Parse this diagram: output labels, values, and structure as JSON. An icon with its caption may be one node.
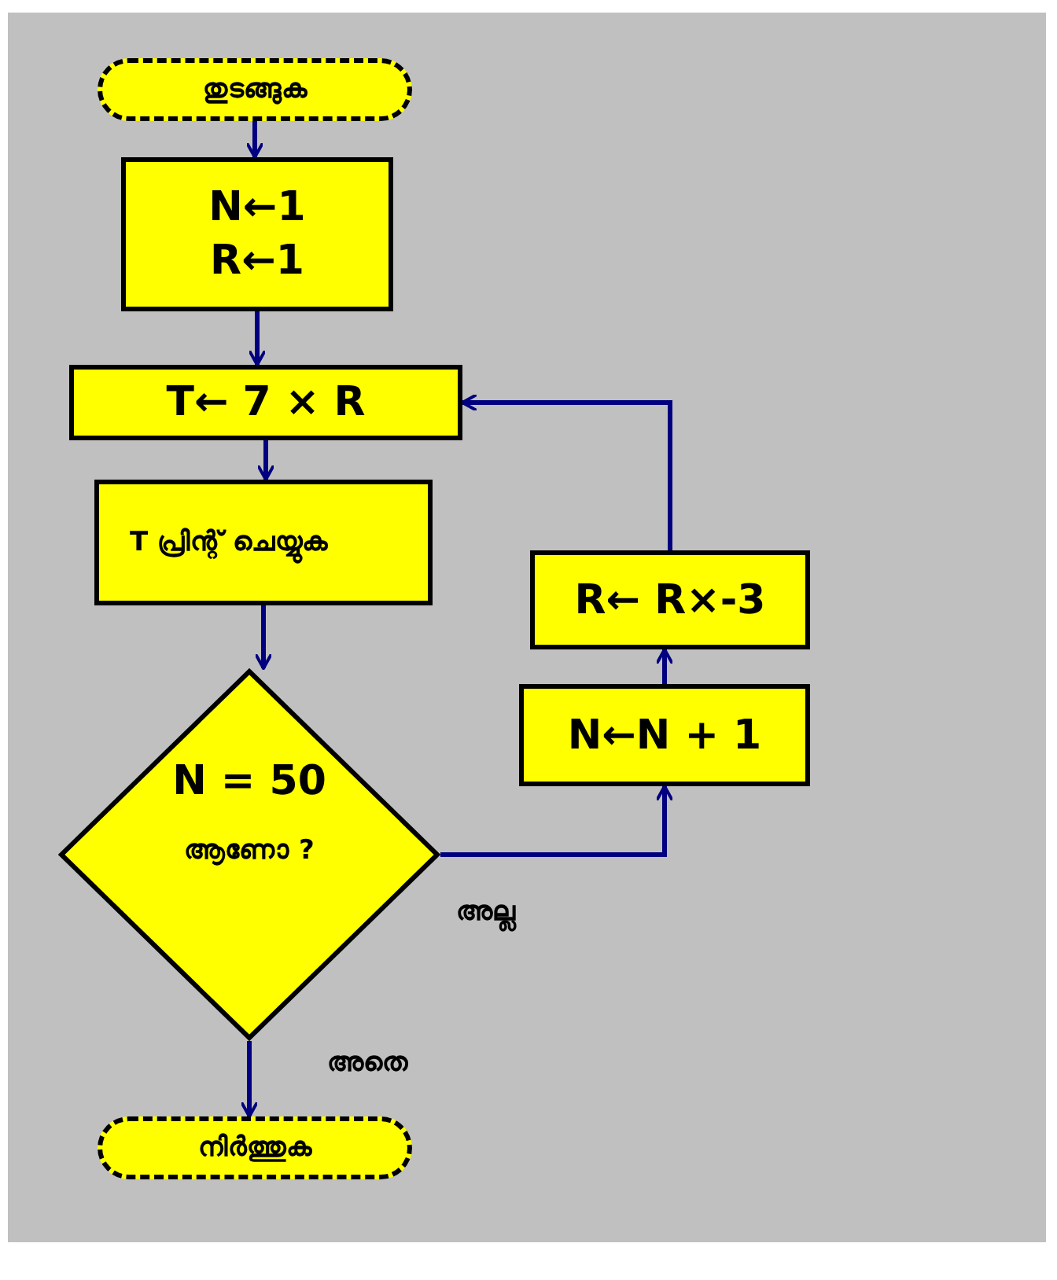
{
  "diagram": {
    "nodes": [
      {
        "text": [
          "തുടങ്ങുക"
        ]
      },
      {
        "text": [
          "N←1",
          "R←1"
        ]
      },
      {
        "text": [
          "T← 7 × R"
        ]
      },
      {
        "text": [
          "T പ്രിന്റ് ചെയ്യുക"
        ]
      },
      {
        "text": [
          "N = 50",
          "ആണോ ?"
        ]
      },
      {
        "text": [
          "നിർത്തുക"
        ]
      },
      {
        "text": [
          "R← R×-3"
        ]
      },
      {
        "text": [
          "N←N + 1"
        ]
      }
    ],
    "edges": [
      {
        "from": 0,
        "to": 1,
        "arrow": "to"
      },
      {
        "from": 1,
        "to": 2,
        "arrow": "to"
      },
      {
        "from": 2,
        "to": 3,
        "arrow": "to"
      },
      {
        "from": 3,
        "to": 4,
        "arrow": "to"
      },
      {
        "from": 4,
        "to": 5,
        "arrow": "to",
        "label": "അതെ"
      },
      {
        "from": 4,
        "to": 7,
        "arrow": "to",
        "label": "അല്ല"
      },
      {
        "from": 7,
        "to": 6,
        "arrow": "to"
      },
      {
        "from": 6,
        "to": 2,
        "arrow": "to"
      }
    ]
  }
}
